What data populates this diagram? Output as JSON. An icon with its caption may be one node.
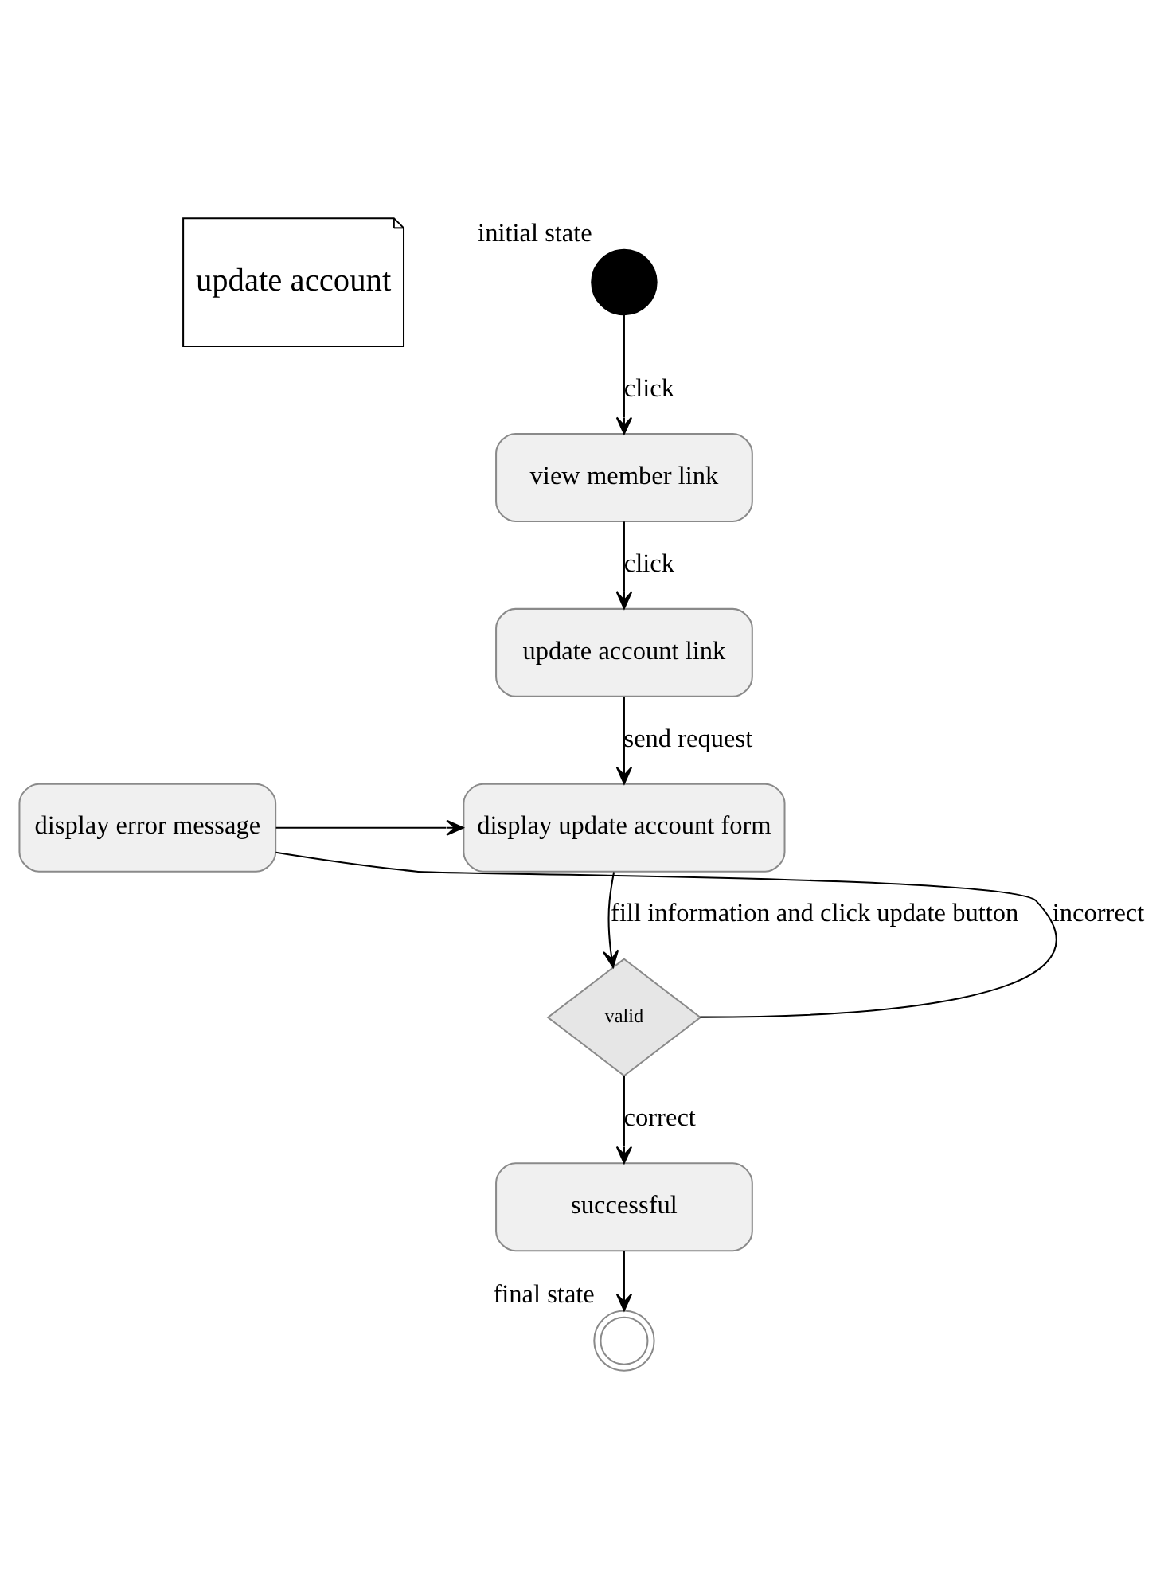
{
  "diagram": {
    "nodes": [
      {
        "text": [
          "update account"
        ]
      },
      {
        "text": [],
        "shape": "circle",
        "beside": [
          "initial state"
        ]
      },
      {
        "text": [
          "view member link"
        ]
      },
      {
        "text": [
          "update account link"
        ]
      },
      {
        "text": [
          "display error message"
        ]
      },
      {
        "text": [
          "display update account form"
        ]
      },
      {
        "text": [
          "valid"
        ]
      },
      {
        "text": [
          "successful"
        ]
      },
      {
        "text": [],
        "shape": "circle",
        "beside": [
          "final state"
        ]
      }
    ],
    "edges": [
      {
        "from": 1,
        "to": 2,
        "arrow": "to",
        "label": "click"
      },
      {
        "from": 2,
        "to": 3,
        "arrow": "to",
        "label": "click"
      },
      {
        "from": 3,
        "to": 5,
        "arrow": "to",
        "label": "send request"
      },
      {
        "from": 4,
        "to": 5,
        "arrow": "to"
      },
      {
        "from": 5,
        "to": 6,
        "arrow": "to",
        "label": "fill information and click update button"
      },
      {
        "from": 6,
        "to": 4,
        "arrow": "none",
        "label": "incorrect"
      },
      {
        "from": 6,
        "to": 7,
        "arrow": "to",
        "label": "correct"
      },
      {
        "from": 7,
        "to": 8,
        "arrow": "to"
      }
    ]
  }
}
